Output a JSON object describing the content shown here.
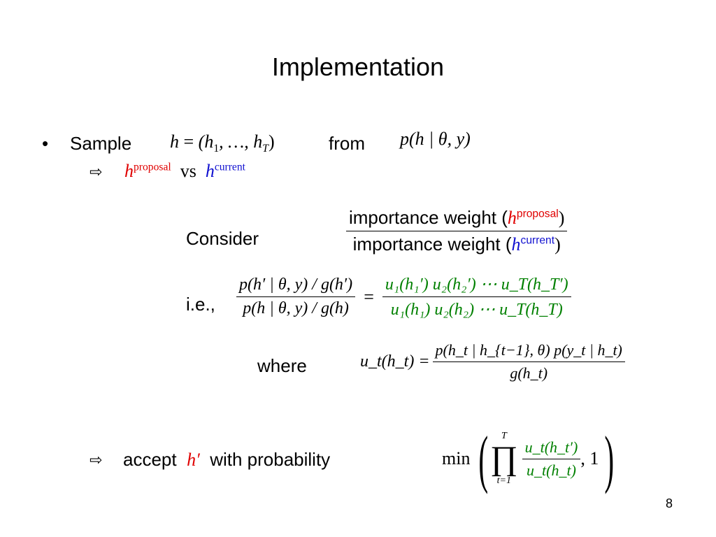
{
  "title": "Implementation",
  "page_number": "8",
  "bullet": {
    "marker": "•",
    "sample_label": "Sample",
    "from_label": "from",
    "h_vec_lhs": "h",
    "equals": "=",
    "h_vec_open": "(h",
    "sub_1": "1",
    "dots": ", …, h",
    "sub_T": "T",
    "close": ")",
    "dist_p": "p",
    "dist_args": "(h | θ, y)"
  },
  "arrow": "⇨",
  "compare": {
    "h": "h",
    "proposal": "proposal",
    "vs": "vs",
    "current": "current"
  },
  "consider_label": "Consider",
  "ratio": {
    "num_text": "importance weight (",
    "den_text": "importance weight (",
    "h": "h",
    "proposal": "proposal",
    "current": "current",
    "close": ")"
  },
  "ie_label": "i.e.,",
  "ie_formula": {
    "left_num": "p(h′ | θ, y) / g(h′)",
    "left_den": "p(h | θ, y) / g(h)",
    "equals": "=",
    "right_num": "u₁(h₁′) u₂(h₂′) ⋯ u_T(h_T′)",
    "right_den": "u₁(h₁) u₂(h₂) ⋯ u_T(h_T)"
  },
  "where_label": "where",
  "where_formula": {
    "lhs": "u_t(h_t) =",
    "num": "p(h_t | h_{t−1}, θ) p(y_t | h_t)",
    "den": "g(h_t)"
  },
  "accept": {
    "accept_label": "accept",
    "h_prime": "h′",
    "with_prob_label": "with probability",
    "min": "min",
    "prod_upper": "T",
    "prod_lower": "t=1",
    "frac_num": "u_t(h_t′)",
    "frac_den": "u_t(h_t)",
    "tail": ", 1"
  }
}
